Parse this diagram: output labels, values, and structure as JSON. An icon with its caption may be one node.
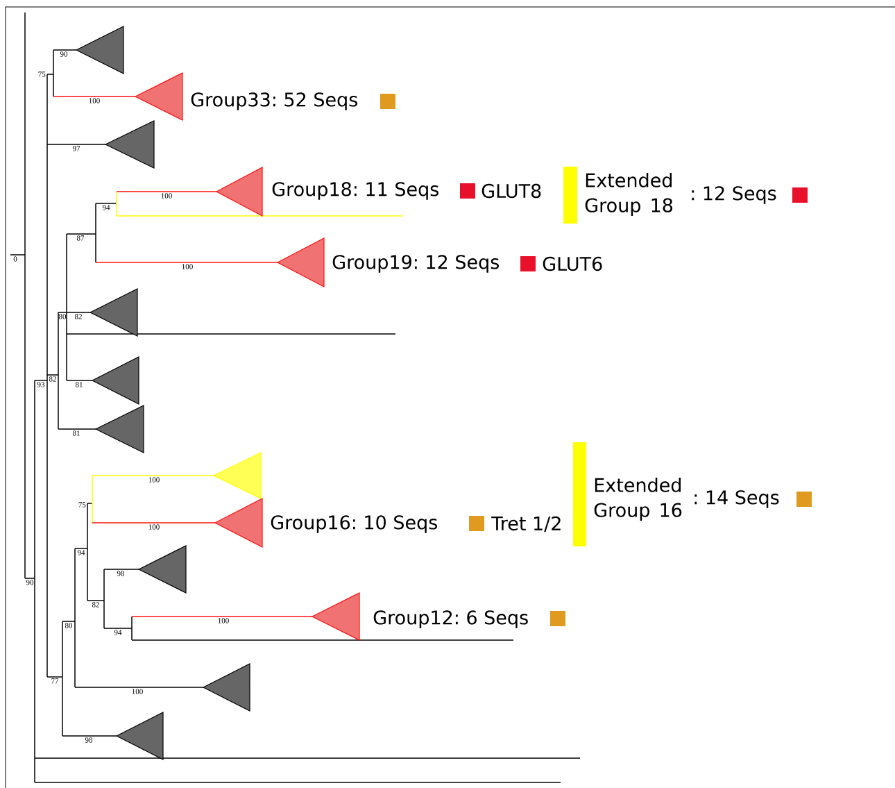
{
  "diagram": {
    "labels": [
      "90",
      "75",
      "100",
      "Group33: 52 Seqs",
      "97",
      "Extended Group 18",
      "Group18: 11 Seqs",
      "GLUT8",
      ": 12 Seqs",
      "100",
      "94",
      "87",
      "0",
      "Group19: 12 Seqs",
      "GLUT6",
      "100",
      "80",
      "82",
      "82",
      "93",
      "81",
      "81",
      "100",
      "Extended Group 16",
      ": 14 Seqs",
      "75",
      "Group16:  10 Seqs",
      "Tret 1/2",
      "100",
      "94",
      "98",
      "90",
      "82",
      "Group12: 6 Seqs",
      "100",
      "80",
      "94",
      "77",
      "100",
      "98"
    ]
  }
}
